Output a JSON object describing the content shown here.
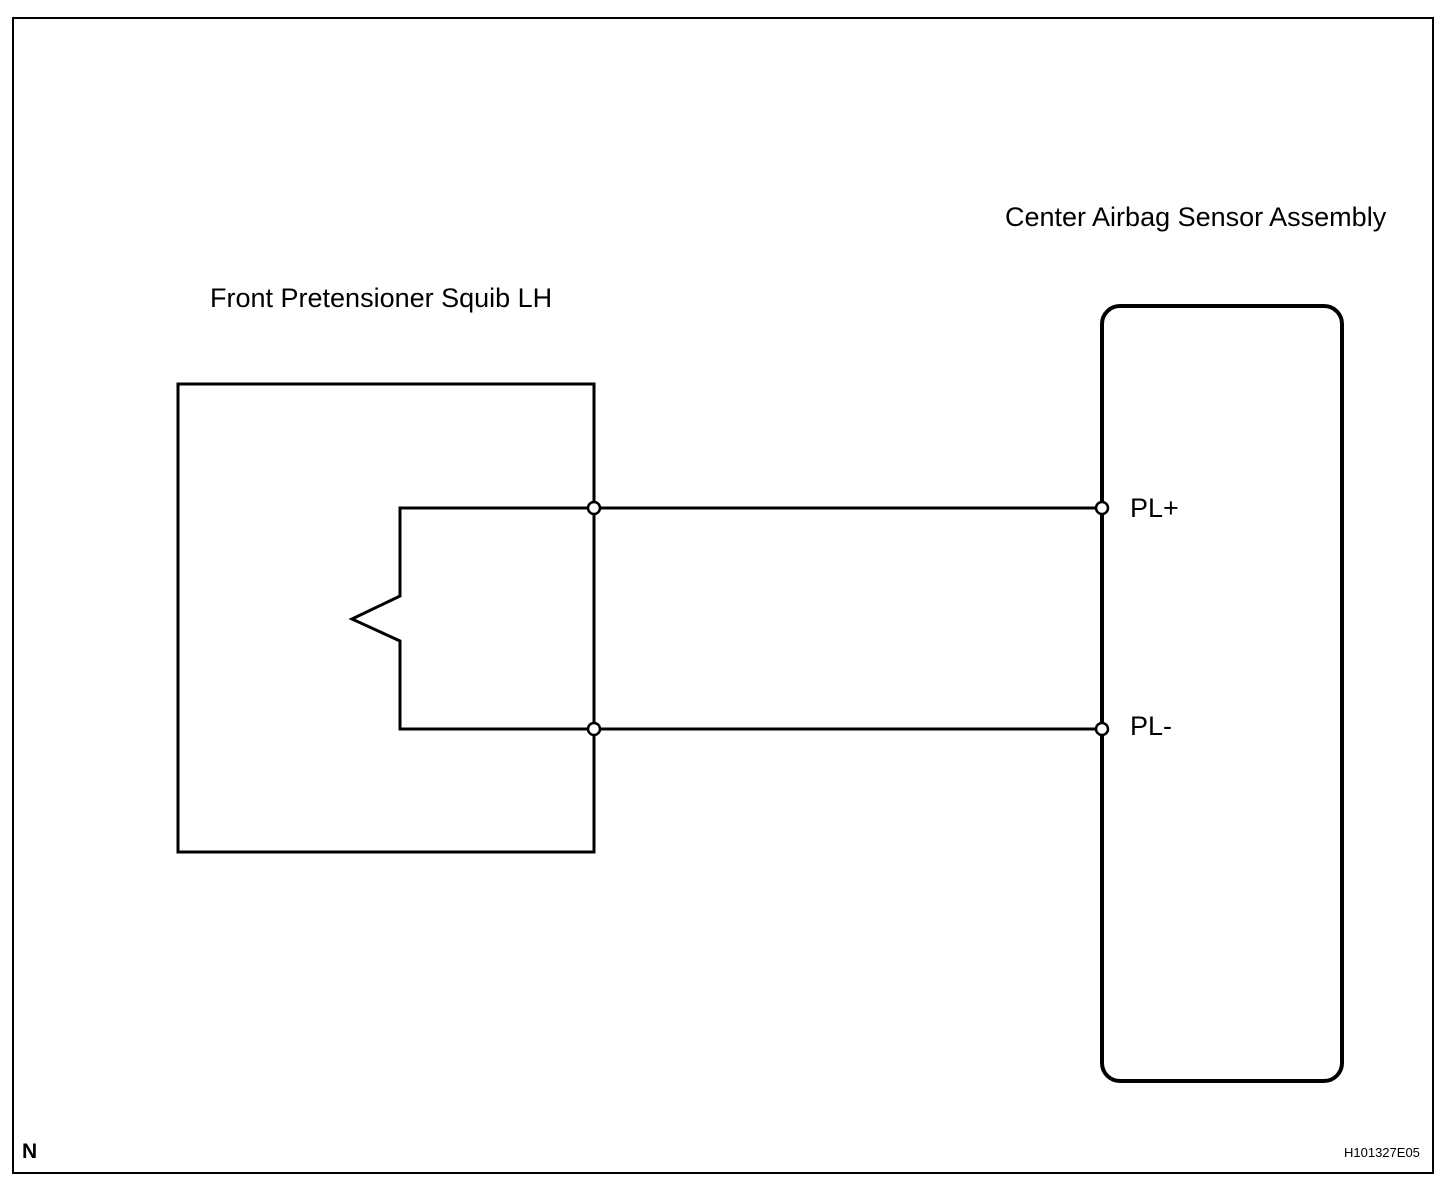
{
  "diagram": {
    "components": {
      "squib": {
        "label": "Front Pretensioner Squib LH"
      },
      "sensor": {
        "label": "Center Airbag Sensor Assembly"
      }
    },
    "terminals": {
      "positive": "PL+",
      "negative": "PL-"
    },
    "footer": {
      "code_letter": "N",
      "figure_id": "H101327E05"
    },
    "colors": {
      "line": "#000000",
      "background": "#ffffff"
    }
  }
}
